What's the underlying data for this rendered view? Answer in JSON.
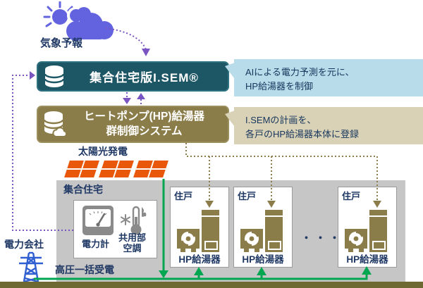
{
  "weather": {
    "label": "気象予報"
  },
  "isem": {
    "title": "集合住宅版I.SEM®"
  },
  "hp_system": {
    "title_line1": "ヒートポンプ(HP)給湯器",
    "title_line2": "群制御システム"
  },
  "callout_ai": {
    "line1": "AIによる電力予測を元に、",
    "line2": "HP給湯器を制御"
  },
  "callout_plan": {
    "line1": "I.SEMの計画を、",
    "line2": "各戸のHP給湯器本体に登録"
  },
  "solar": {
    "label": "太陽光発電"
  },
  "building": {
    "label": "集合住宅"
  },
  "meter_room": {
    "meter_label": "電力計",
    "hvac_line1": "共用部",
    "hvac_line2": "空調"
  },
  "units": [
    {
      "title": "住戸",
      "device_label": "HP給湯器"
    },
    {
      "title": "住戸",
      "device_label": "HP給湯器"
    },
    {
      "title": "住戸",
      "device_label": "HP給湯器"
    }
  ],
  "ellipsis": "・・・",
  "power_company": {
    "label": "電力会社"
  },
  "bulk_power": {
    "label": "高圧一括受電"
  },
  "icons": {
    "weather": "sun-cloud-icon",
    "isem": "database-icon",
    "hp_system": "database-cloud-icon",
    "meter": "analog-meter-icon",
    "hvac": "thermometer-snowflake-icon",
    "power_company": "transmission-tower-icon",
    "unit_device": "heat-pump-water-heater-icon"
  },
  "colors": {
    "isem_box_bg": "#1d5766",
    "hp_box_bg": "#8b7d4a",
    "callout_ai_bg": "#b9dcea",
    "callout_plan_bg": "#d9d2b6",
    "label_text": "#1f3864",
    "purple_arrow": "#7a54c0",
    "olive_arrow": "#8b7d4a",
    "green_line": "#00a650",
    "solar_orange": "#e8570a",
    "building_gray": "#c6c6c6",
    "ground_bar": "#6e6832",
    "weather_icon_blue": "#6363e0",
    "tower_blue": "#2f5fd0",
    "icon_gray": "#8a8a8a"
  }
}
